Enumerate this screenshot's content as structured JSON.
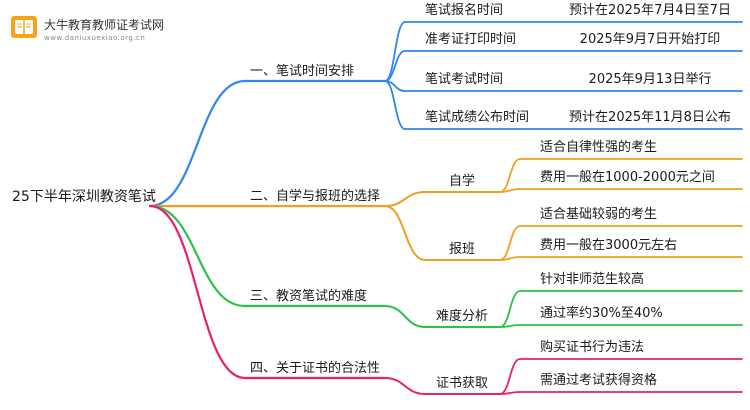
{
  "logo": {
    "icon": "book-icon",
    "title": "大牛教育教师证考试网",
    "subtitle": "www.daniuxuexiao.org.cn"
  },
  "root": {
    "label": "25下半年深圳教资笔试"
  },
  "colors": {
    "blue": "#2f86f0",
    "orange": "#f0a020",
    "green": "#2bc24a",
    "pink": "#e6206e",
    "underline": "#8a8a8a"
  },
  "branches": [
    {
      "label": "一、笔试时间安排",
      "color": "blue",
      "groups": [
        {
          "label": "",
          "leaves": [
            {
              "label": "笔试报名时间",
              "detail": "预计在2025年7月4日至7日"
            },
            {
              "label": "准考证打印时间",
              "detail": "2025年9月7日开始打印"
            },
            {
              "label": "笔试考试时间",
              "detail": "2025年9月13日举行"
            },
            {
              "label": "笔试成绩公布时间",
              "detail": "预计在2025年11月8日公布"
            }
          ]
        }
      ]
    },
    {
      "label": "二、自学与报班的选择",
      "color": "orange",
      "groups": [
        {
          "label": "自学",
          "leaves": [
            {
              "label": "适合自律性强的考生",
              "detail": ""
            },
            {
              "label": "费用一般在1000-2000元之间",
              "detail": ""
            }
          ]
        },
        {
          "label": "报班",
          "leaves": [
            {
              "label": "适合基础较弱的考生",
              "detail": ""
            },
            {
              "label": "费用一般在3000元左右",
              "detail": ""
            }
          ]
        }
      ]
    },
    {
      "label": "三、教资笔试的难度",
      "color": "green",
      "groups": [
        {
          "label": "难度分析",
          "leaves": [
            {
              "label": "针对非师范生较高",
              "detail": ""
            },
            {
              "label": "通过率约30%至40%",
              "detail": ""
            }
          ]
        }
      ]
    },
    {
      "label": "四、关于证书的合法性",
      "color": "pink",
      "groups": [
        {
          "label": "证书获取",
          "leaves": [
            {
              "label": "购买证书行为违法",
              "detail": ""
            },
            {
              "label": "需通过考试获得资格",
              "detail": ""
            }
          ]
        }
      ]
    }
  ]
}
